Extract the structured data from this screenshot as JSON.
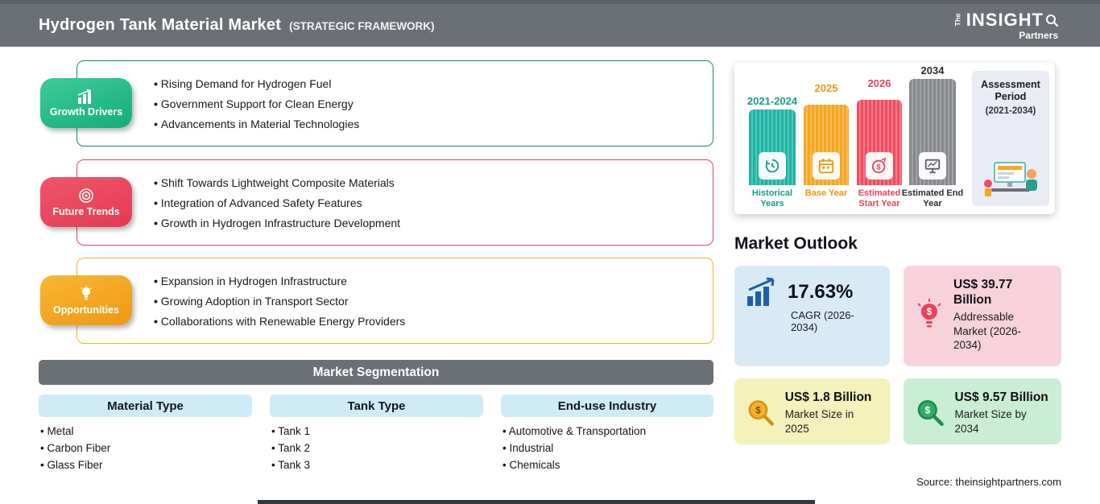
{
  "header": {
    "title": "Hydrogen Tank Material Market",
    "subtitle": "(STRATEGIC FRAMEWORK)",
    "logo": {
      "the": "The",
      "insight": "INSIGHT",
      "partners": "Partners"
    }
  },
  "panels": [
    {
      "label": "Growth Drivers",
      "color": "#1fb586",
      "items": [
        "Rising Demand for Hydrogen Fuel",
        "Government Support for Clean Energy",
        "Advancements in Material Technologies"
      ]
    },
    {
      "label": "Future Trends",
      "color": "#e8435a",
      "items": [
        "Shift Towards Lightweight Composite Materials",
        "Integration of Advanced Safety Features",
        "Growth in Hydrogen Infrastructure Development"
      ]
    },
    {
      "label": "Opportunities",
      "color": "#f5a623",
      "items": [
        "Expansion in Hydrogen Infrastructure",
        "Growing Adoption in Transport Sector",
        "Collaborations with Renewable Energy Providers"
      ]
    }
  ],
  "segmentation": {
    "title": "Market Segmentation",
    "columns": [
      {
        "header": "Material Type",
        "items": [
          "Metal",
          "Carbon Fiber",
          "Glass Fiber"
        ]
      },
      {
        "header": "Tank Type",
        "items": [
          "Tank 1",
          "Tank 2",
          "Tank 3"
        ]
      },
      {
        "header": "End-use Industry",
        "items": [
          "Automotive & Transportation",
          "Industrial",
          "Chemicals"
        ]
      }
    ]
  },
  "timeline": {
    "bars": [
      {
        "year": "2021-2024",
        "label": "Historical Years",
        "color": "#1fb3a2"
      },
      {
        "year": "2025",
        "label": "Base Year",
        "color": "#f5a623"
      },
      {
        "year": "2026",
        "label": "Estimated Start Year",
        "color": "#ef4d5f"
      },
      {
        "year": "2034",
        "label": "Estimated End Year",
        "color": "#87898d"
      }
    ],
    "assessment": {
      "title": "Assessment Period",
      "range": "(2021-2034)"
    }
  },
  "market_outlook": {
    "title": "Market Outlook",
    "cards": [
      {
        "value": "17.63%",
        "label": "CAGR (2026-2034)",
        "bg": "#d9eaf7"
      },
      {
        "value": "US$ 39.77 Billion",
        "label": "Addressable Market (2026-2034)",
        "bg": "#f8d2da"
      },
      {
        "value": "US$ 1.8 Billion",
        "label": "Market Size in 2025",
        "bg": "#f5f1bb"
      },
      {
        "value": "US$ 9.57 Billion",
        "label": "Market Size by 2034",
        "bg": "#c9eed3"
      }
    ]
  },
  "source": "Source: theinsightpartners.com",
  "icons": {
    "growth-chart-icon": "white rising bar chart",
    "target-icon": "white concentric circles",
    "lightbulb-icon": "white light bulb",
    "history-icon": "clock with back arrow",
    "calendar-icon": "calendar grid",
    "coin-icon": "dollar coin",
    "projector-screen-icon": "presentation screen",
    "cagr-chart-icon": "blue bars with rising arrow",
    "bulb-dollar-icon": "bulb with dollar sign",
    "magnifier-dollar-icon": "magnifier over dollar coin",
    "magnifier-logo-icon": "magnifying glass"
  }
}
